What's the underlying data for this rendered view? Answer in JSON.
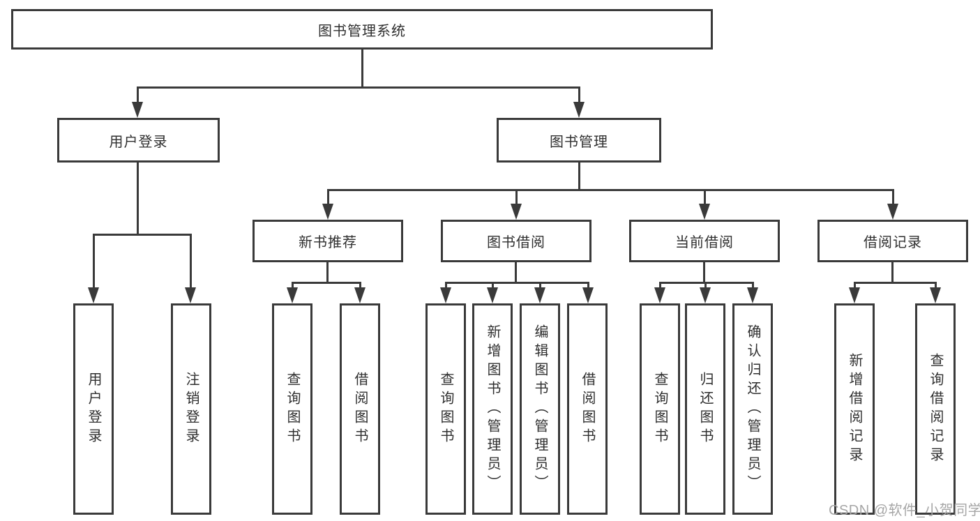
{
  "diagram": {
    "nodes": {
      "root": "图书管理系统",
      "user_login": "用户登录",
      "book_mgmt": "图书管理",
      "new_book_rec": "新书推荐",
      "book_borrow": "图书借阅",
      "current_borrow": "当前借阅",
      "borrow_records": "借阅记录",
      "leaf_user_login": "用户登录",
      "leaf_logout": "注销登录",
      "leaf_query_books_a": "查询图书",
      "leaf_borrow_books_a": "借阅图书",
      "leaf_query_books_b": "查询图书",
      "leaf_add_book": "新增图书（管理员）",
      "leaf_edit_book": "编辑图书（管理员）",
      "leaf_borrow_books_b": "借阅图书",
      "leaf_query_books_c": "查询图书",
      "leaf_return_books": "归还图书",
      "leaf_confirm_return": "确认归还（管理员）",
      "leaf_add_record": "新增借阅记录",
      "leaf_query_record": "查询借阅记录"
    },
    "colors": {
      "line": "#3a3a3a",
      "text": "#2f2f2f",
      "watermark": "#a6a6a6",
      "background": "#ffffff"
    }
  },
  "watermark": "CSDN @软件_小贺同学"
}
